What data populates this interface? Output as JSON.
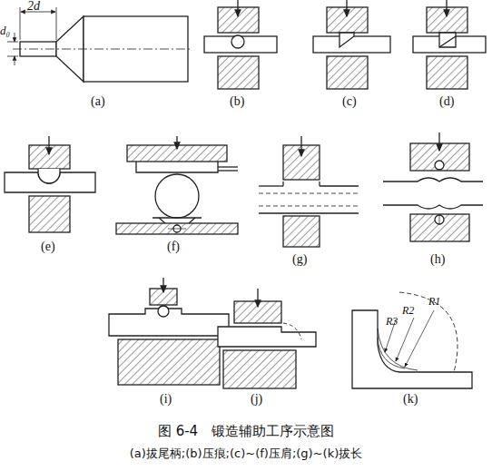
{
  "diagram": {
    "caption": "图 6-4　锻造辅助工序示意图",
    "labels": [
      "2d",
      "d₀",
      "(a)",
      "(b)",
      "(c)",
      "(d)",
      "(e)",
      "(f)",
      "(g)",
      "(h)",
      "(i)",
      "(j)",
      "(k)",
      "R3",
      "R2",
      "R1",
      "(a)拔尾柄;(b)压痕;(c)~(f)压肩;(g)~(k)拔长"
    ]
  }
}
